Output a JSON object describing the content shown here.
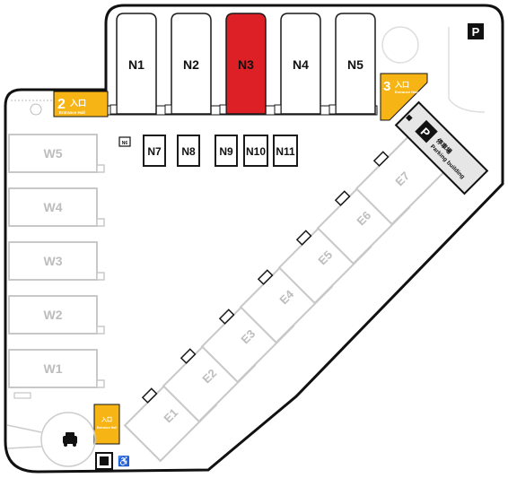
{
  "floorplan": {
    "north_halls": [
      {
        "id": "N1",
        "label": "N1",
        "highlighted": false
      },
      {
        "id": "N2",
        "label": "N2",
        "highlighted": false
      },
      {
        "id": "N3",
        "label": "N3",
        "highlighted": true
      },
      {
        "id": "N4",
        "label": "N4",
        "highlighted": false
      },
      {
        "id": "N5",
        "label": "N5",
        "highlighted": false
      }
    ],
    "north_small_halls": [
      {
        "id": "N7",
        "label": "N7"
      },
      {
        "id": "N8",
        "label": "N8"
      },
      {
        "id": "N9",
        "label": "N9"
      },
      {
        "id": "N10",
        "label": "N10"
      },
      {
        "id": "N11",
        "label": "N11"
      }
    ],
    "west_halls": [
      {
        "id": "W5",
        "label": "W5"
      },
      {
        "id": "W4",
        "label": "W4"
      },
      {
        "id": "W3",
        "label": "W3"
      },
      {
        "id": "W2",
        "label": "W2"
      },
      {
        "id": "W1",
        "label": "W1"
      }
    ],
    "east_halls": [
      {
        "id": "E1",
        "label": "E1"
      },
      {
        "id": "E2",
        "label": "E2"
      },
      {
        "id": "E3",
        "label": "E3"
      },
      {
        "id": "E4",
        "label": "E4"
      },
      {
        "id": "E5",
        "label": "E5"
      },
      {
        "id": "E6",
        "label": "E6"
      },
      {
        "id": "E7",
        "label": "E7"
      }
    ],
    "entrances": {
      "second_floor": {
        "floor": "2",
        "label_main": "入口",
        "label_sub": "Entrance Hall"
      },
      "third_floor": {
        "floor": "3",
        "label_main": "入口",
        "label_sub": "Entrance Hall"
      },
      "ground": {
        "label_main": "入口",
        "label_sub": "Entrance Hall"
      }
    },
    "parking_building": {
      "label_main": "停車場",
      "label_sub": "Parking building"
    },
    "parking_sign": "P",
    "small_marker": "N6",
    "colors": {
      "highlight": "#dd1f26",
      "entrance": "#f7b515",
      "hall_outline": "#1a1a1a",
      "hall_fill": "#ffffff",
      "secondary_outline": "#c8c8c8",
      "site_outline": "#111111",
      "parking_fill": "#e6e6e6"
    }
  }
}
